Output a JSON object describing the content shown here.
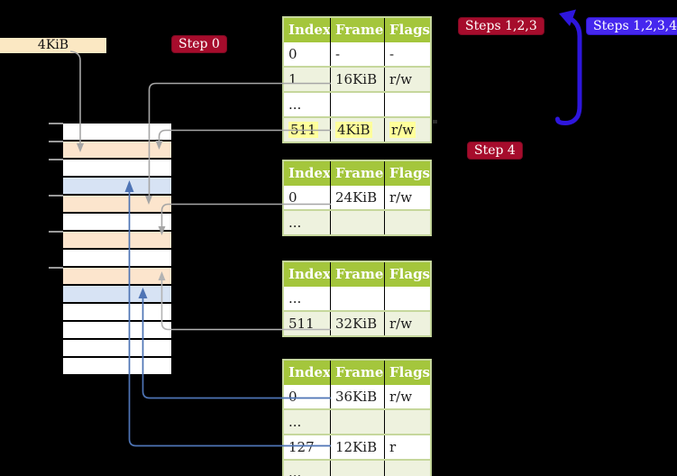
{
  "labels": {
    "page_size": "4KiB"
  },
  "badges": {
    "step0": {
      "label": "Step 0",
      "color": "#a60c2c"
    },
    "steps123": {
      "label": "Steps 1,2,3",
      "color": "#a60c2c"
    },
    "steps1234": {
      "label": "Steps 1,2,3,4",
      "color": "#4527ee"
    },
    "step4": {
      "label": "Step 4",
      "color": "#a60c2c"
    }
  },
  "tables": [
    {
      "name": "page-table-1",
      "headers": [
        "Index",
        "Frame",
        "Flags"
      ],
      "rows": [
        {
          "cells": [
            "0",
            "-",
            "-"
          ],
          "highlight": false
        },
        {
          "cells": [
            "1",
            "16KiB",
            "r/w"
          ],
          "highlight": false
        },
        {
          "cells": [
            "...",
            "",
            ""
          ],
          "highlight": false
        },
        {
          "cells": [
            "511",
            "4KiB",
            "r/w"
          ],
          "highlight": true
        }
      ]
    },
    {
      "name": "page-table-2",
      "headers": [
        "Index",
        "Frame",
        "Flags"
      ],
      "rows": [
        {
          "cells": [
            "0",
            "24KiB",
            "r/w"
          ],
          "highlight": false
        },
        {
          "cells": [
            "...",
            "",
            ""
          ],
          "highlight": false
        }
      ]
    },
    {
      "name": "page-table-3",
      "headers": [
        "Index",
        "Frame",
        "Flags"
      ],
      "rows": [
        {
          "cells": [
            "...",
            "",
            ""
          ],
          "highlight": false
        },
        {
          "cells": [
            "511",
            "32KiB",
            "r/w"
          ],
          "highlight": false
        }
      ]
    },
    {
      "name": "page-table-4",
      "headers": [
        "Index",
        "Frame",
        "Flags"
      ],
      "rows": [
        {
          "cells": [
            "0",
            "36KiB",
            "r/w"
          ],
          "highlight": false
        },
        {
          "cells": [
            "...",
            "",
            ""
          ],
          "highlight": false
        },
        {
          "cells": [
            "127",
            "12KiB",
            "r"
          ],
          "highlight": false
        },
        {
          "cells": [
            "...",
            "",
            ""
          ],
          "highlight": false
        }
      ]
    }
  ],
  "memory_strip": {
    "rows": [
      "white",
      "orange",
      "white",
      "blue",
      "orange",
      "white",
      "orange",
      "white",
      "orange",
      "blue",
      "white",
      "white",
      "white",
      "white"
    ],
    "colors": {
      "white": "#ffffff",
      "orange": "#fce5cd",
      "blue": "#d7e3f4"
    }
  },
  "colors": {
    "background": "#000000",
    "table_header": "#a4c63c",
    "table_alt_row": "#eef2de",
    "table_border": "#c6d79c",
    "highlight": "#ffff9b",
    "gray_connector": "#a6a6a6",
    "blue_connector": "#4e74b5",
    "big_arrow": "#2e16dd",
    "label_bg": "#fbe8c3",
    "badge_red": "#a60c2c",
    "badge_blue": "#4527ee"
  }
}
